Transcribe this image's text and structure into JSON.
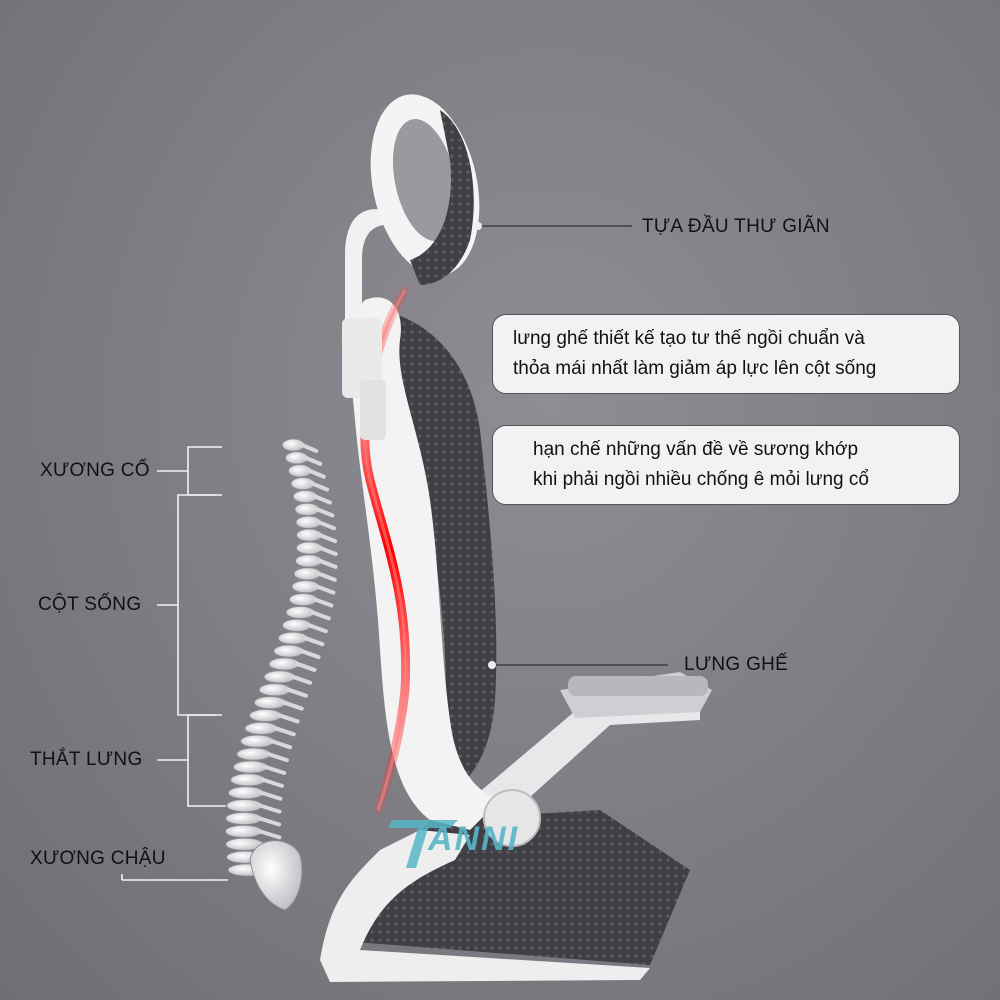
{
  "labels": {
    "headrest": "TỰA ĐẦU THƯ GIÃN",
    "backrest": "LƯNG GHẾ",
    "neck": "XƯƠNG CỔ",
    "spine": "CỘT SỐNG",
    "lumbar": "THẮT LƯNG",
    "pelvis": "XƯƠNG CHẬU"
  },
  "callouts": {
    "posture": {
      "line1": "lưng ghế thiết kế tạo tư thế ngồi chuẩn và",
      "line2": "thỏa mái nhất làm giảm áp lực lên cột sống"
    },
    "joints": {
      "line1": "hạn chế những vấn đề về sương khớp",
      "line2": "khi phải ngồi nhiều chống ê mỏi lưng cổ"
    }
  },
  "brand": {
    "logo_text": "ANNI"
  },
  "colors": {
    "background": "#7d7c83",
    "chair_frame": "#f1f1f1",
    "mesh": "#3e3e44",
    "spine_glow": "#ff1a1a",
    "callout_bg": "#f2f2f4",
    "logo": "#57b6c7"
  }
}
